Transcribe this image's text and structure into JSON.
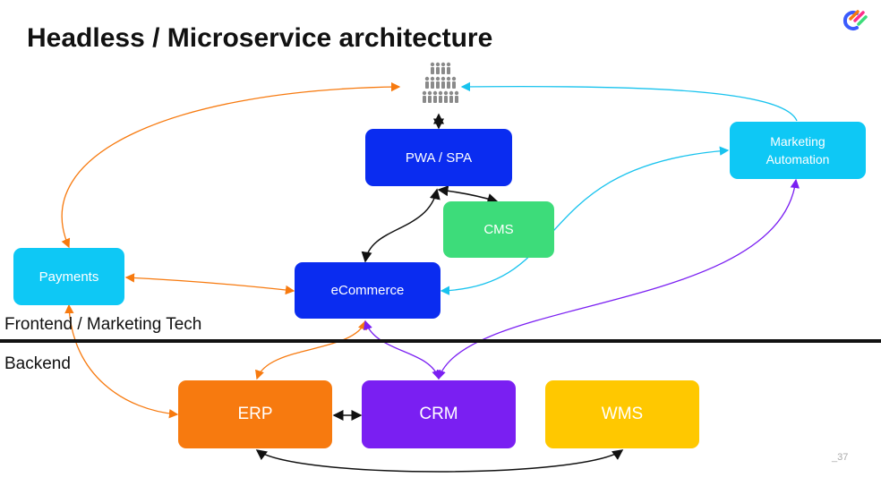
{
  "slide": {
    "title": "Headless / Microservice architecture",
    "page_number": "_37",
    "logo_icon": "optimizely-logo-icon",
    "users_icon": "users-group-icon"
  },
  "regions": {
    "frontend": "Frontend / Marketing Tech",
    "backend": "Backend"
  },
  "nodes": {
    "pwa": {
      "label": "PWA / SPA",
      "color": "#0a2cf0"
    },
    "cms": {
      "label": "CMS",
      "color": "#3ddc7a"
    },
    "marketing": {
      "label": "Marketing\nAutomation",
      "color": "#0ec8f5"
    },
    "payments": {
      "label": "Payments",
      "color": "#0ec8f5"
    },
    "ecommerce": {
      "label": "eCommerce",
      "color": "#0a2cf0"
    },
    "erp": {
      "label": "ERP",
      "color": "#f77a0f"
    },
    "crm": {
      "label": "CRM",
      "color": "#7a1ff2"
    },
    "wms": {
      "label": "WMS",
      "color": "#ffc800"
    }
  },
  "connection_colors": {
    "black": "#111111",
    "orange": "#f77a0f",
    "cyan": "#18c3ee",
    "purple": "#7a1ff2"
  }
}
